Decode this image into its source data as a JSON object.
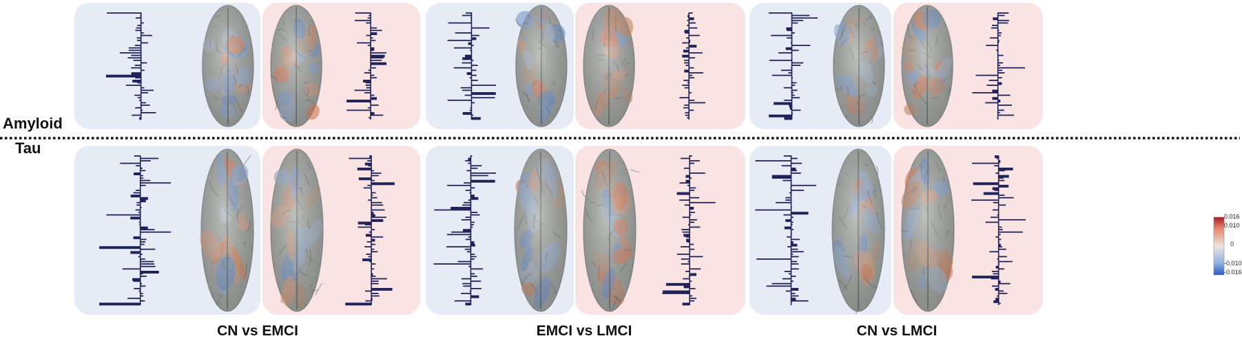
{
  "row_labels": [
    "Amyloid",
    "Tau"
  ],
  "column_labels": [
    "CN vs EMCI",
    "EMCI vs LMCI",
    "CN vs LMCI"
  ],
  "colorbar": {
    "ticks": [
      "0.016",
      "0.010",
      "0",
      "-0.010",
      "-0.016"
    ],
    "colors": [
      "#b2182b",
      "#e58a6c",
      "#ebe5df",
      "#8fb3e0",
      "#2c55c8"
    ]
  },
  "colors": {
    "left_panel": "#e6ecf6",
    "right_panel": "#fae3e3",
    "bar": "#1f2359",
    "brain_base": "#a6a9a6"
  }
}
